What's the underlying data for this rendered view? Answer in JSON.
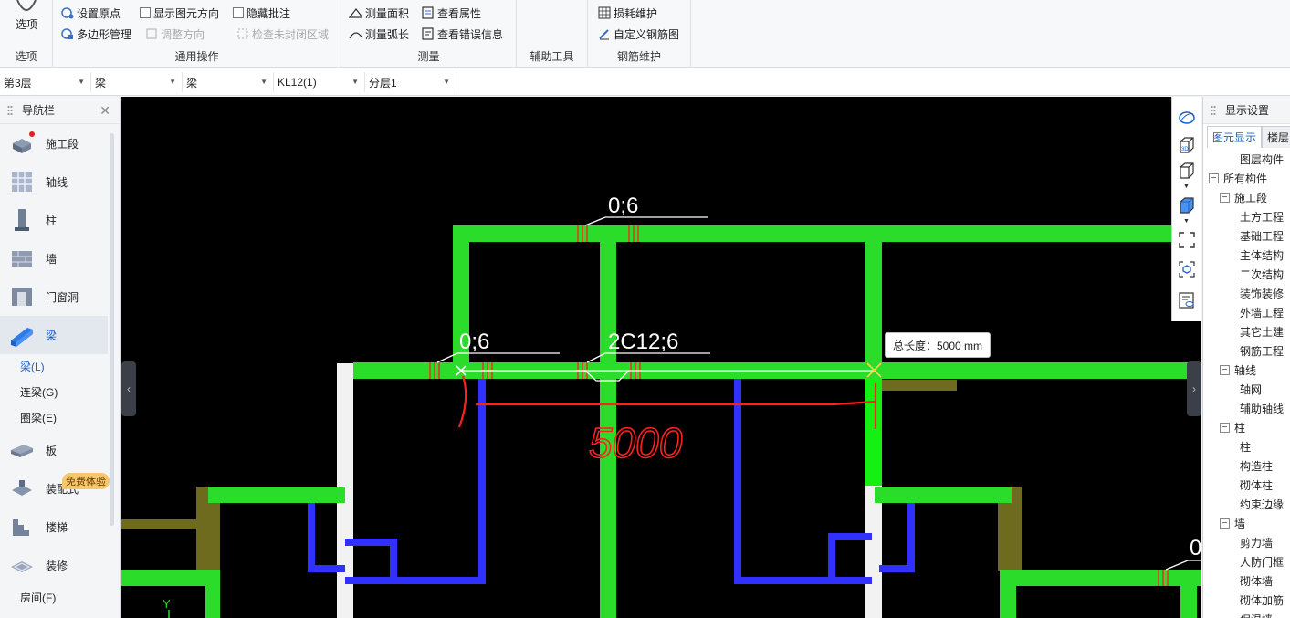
{
  "ribbon": {
    "options": {
      "label": "选项",
      "group": "选项"
    },
    "general": {
      "group": "通用操作",
      "set_origin": "设置原点",
      "show_direction": "显示图元方向",
      "hide_annotation": "隐藏批注",
      "polygon_manage": "多边形管理",
      "adjust_direction": "调整方向",
      "check_unclosed": "检查未封闭区域"
    },
    "measure": {
      "group": "测量",
      "measure_area": "测量面积",
      "view_attributes": "查看属性",
      "measure_arc": "测量弧长",
      "view_errors": "查看错误信息"
    },
    "aux": {
      "group": "辅助工具"
    },
    "rebar": {
      "group": "钢筋维护",
      "loss_maintain": "损耗维护",
      "custom_rebar": "自定义钢筋图"
    }
  },
  "selectors": [
    {
      "value": "第3层"
    },
    {
      "value": "梁"
    },
    {
      "value": "梁"
    },
    {
      "value": "KL12(1)"
    },
    {
      "value": "分层1"
    }
  ],
  "nav": {
    "title": "导航栏",
    "items": [
      {
        "label": "施工段"
      },
      {
        "label": "轴线"
      },
      {
        "label": "柱"
      },
      {
        "label": "墙"
      },
      {
        "label": "门窗洞"
      },
      {
        "label": "梁"
      },
      {
        "label": "板"
      },
      {
        "label": "装配式"
      },
      {
        "label": "楼梯"
      },
      {
        "label": "装修"
      }
    ],
    "beam_subitems": [
      "梁(L)",
      "连梁(G)",
      "圈梁(E)"
    ],
    "room_subitem": "房间(F)",
    "trial_badge": "免费体验"
  },
  "canvas": {
    "annotations": {
      "top_rebar": "0;6",
      "left_rebar": "0;6",
      "mid_rebar": "2C12;6",
      "right_rebar": "0",
      "handwritten": "5000",
      "axis_y": "Y"
    },
    "tooltip": "总长度：5000 mm"
  },
  "display": {
    "title": "显示设置",
    "tabs": [
      "图元显示",
      "楼层"
    ],
    "tree": [
      {
        "label": "图层构件",
        "level": 0,
        "box": ""
      },
      {
        "label": "所有构件",
        "level": 0,
        "box": "-"
      },
      {
        "label": "施工段",
        "level": 1,
        "box": "-"
      },
      {
        "label": "土方工程",
        "level": 2,
        "box": ""
      },
      {
        "label": "基础工程",
        "level": 2,
        "box": ""
      },
      {
        "label": "主体结构",
        "level": 2,
        "box": ""
      },
      {
        "label": "二次结构",
        "level": 2,
        "box": ""
      },
      {
        "label": "装饰装修",
        "level": 2,
        "box": ""
      },
      {
        "label": "外墙工程",
        "level": 2,
        "box": ""
      },
      {
        "label": "其它土建",
        "level": 2,
        "box": ""
      },
      {
        "label": "钢筋工程",
        "level": 2,
        "box": ""
      },
      {
        "label": "轴线",
        "level": 1,
        "box": "-"
      },
      {
        "label": "轴网",
        "level": 2,
        "box": ""
      },
      {
        "label": "辅助轴线",
        "level": 2,
        "box": ""
      },
      {
        "label": "柱",
        "level": 1,
        "box": "-"
      },
      {
        "label": "柱",
        "level": 2,
        "box": ""
      },
      {
        "label": "构造柱",
        "level": 2,
        "box": ""
      },
      {
        "label": "砌体柱",
        "level": 2,
        "box": ""
      },
      {
        "label": "约束边缘",
        "level": 2,
        "box": ""
      },
      {
        "label": "墙",
        "level": 1,
        "box": "-"
      },
      {
        "label": "剪力墙",
        "level": 2,
        "box": ""
      },
      {
        "label": "人防门框",
        "level": 2,
        "box": ""
      },
      {
        "label": "砌体墙",
        "level": 2,
        "box": ""
      },
      {
        "label": "砌体加筋",
        "level": 2,
        "box": ""
      },
      {
        "label": "保温墙",
        "level": 2,
        "box": ""
      }
    ]
  },
  "colors": {
    "beam": "#2bdc2b",
    "wall_blue": "#3030ff",
    "column_olive": "#6e6a1e",
    "red_mark": "#ff2020",
    "rebar_mark": "#c0582a"
  }
}
